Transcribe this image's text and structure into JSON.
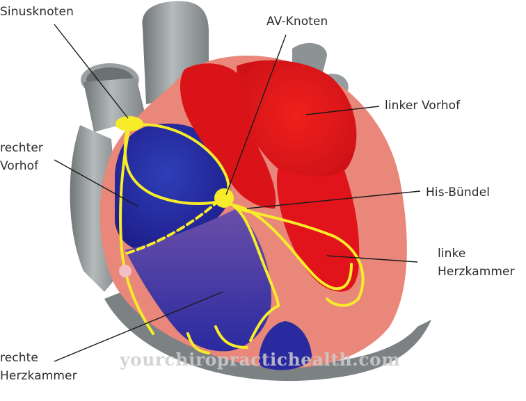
{
  "figure": {
    "subject": "heart-conduction-system",
    "labels": {
      "sinusknoten": "Sinusknoten",
      "av_knoten": "AV-Knoten",
      "linker_vorhof": "linker Vorhof",
      "rechter_vorhof": "rechter\nVorhof",
      "his_buendel": "His-Bündel",
      "linke_herzkammer": "linke\nHerzkammer",
      "rechte_herzkammer": "rechte\nHerzkammer"
    },
    "watermark": "yourchiropractichealth.com"
  },
  "colors": {
    "vessel_gray": "#8e9496",
    "myocardium_pink": "#e9877a",
    "right_heart_blue": "#23239a",
    "left_heart_red": "#e0141a",
    "conduction_yellow": "#f7ec2a",
    "leader_line": "#1a1a1a",
    "label_text": "#2b2b2b"
  }
}
